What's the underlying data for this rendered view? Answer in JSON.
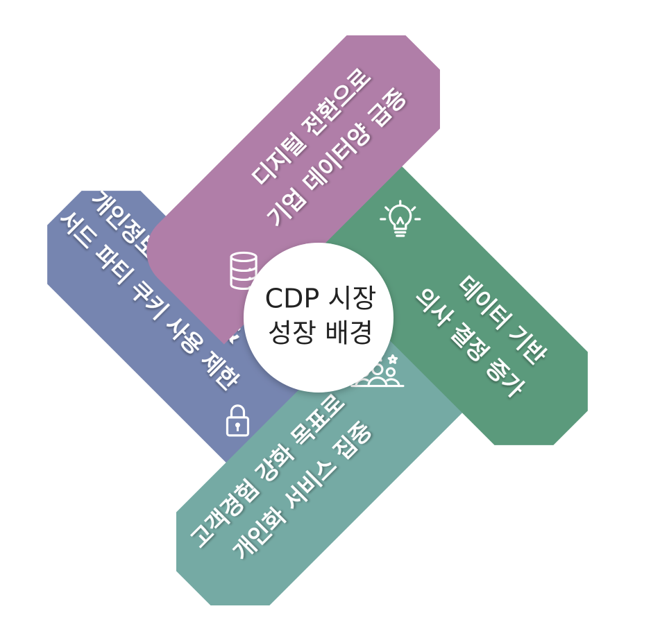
{
  "center": {
    "line1": "CDP 시장",
    "line2": "성장 배경"
  },
  "arms": [
    {
      "id": "purple",
      "color": "#b07ea8",
      "icon": "database-icon",
      "line1": "디지털 전환으로",
      "line2": "기업 데이터양 급증"
    },
    {
      "id": "green",
      "color": "#5b9a7c",
      "icon": "lightbulb-icon",
      "line1": "데이터 기반",
      "line2": "의사 결정 증가"
    },
    {
      "id": "teal",
      "color": "#75aaa4",
      "icon": "customers-stars-icon",
      "line1": "고객경험 강화 목표로",
      "line2": "개인화 서비스 집중"
    },
    {
      "id": "blue",
      "color": "#7685b0",
      "icon": "padlock-icon",
      "line1": "개인정보보호 강화 &",
      "line2": "서드 파티 쿠키 사용 제한"
    }
  ]
}
